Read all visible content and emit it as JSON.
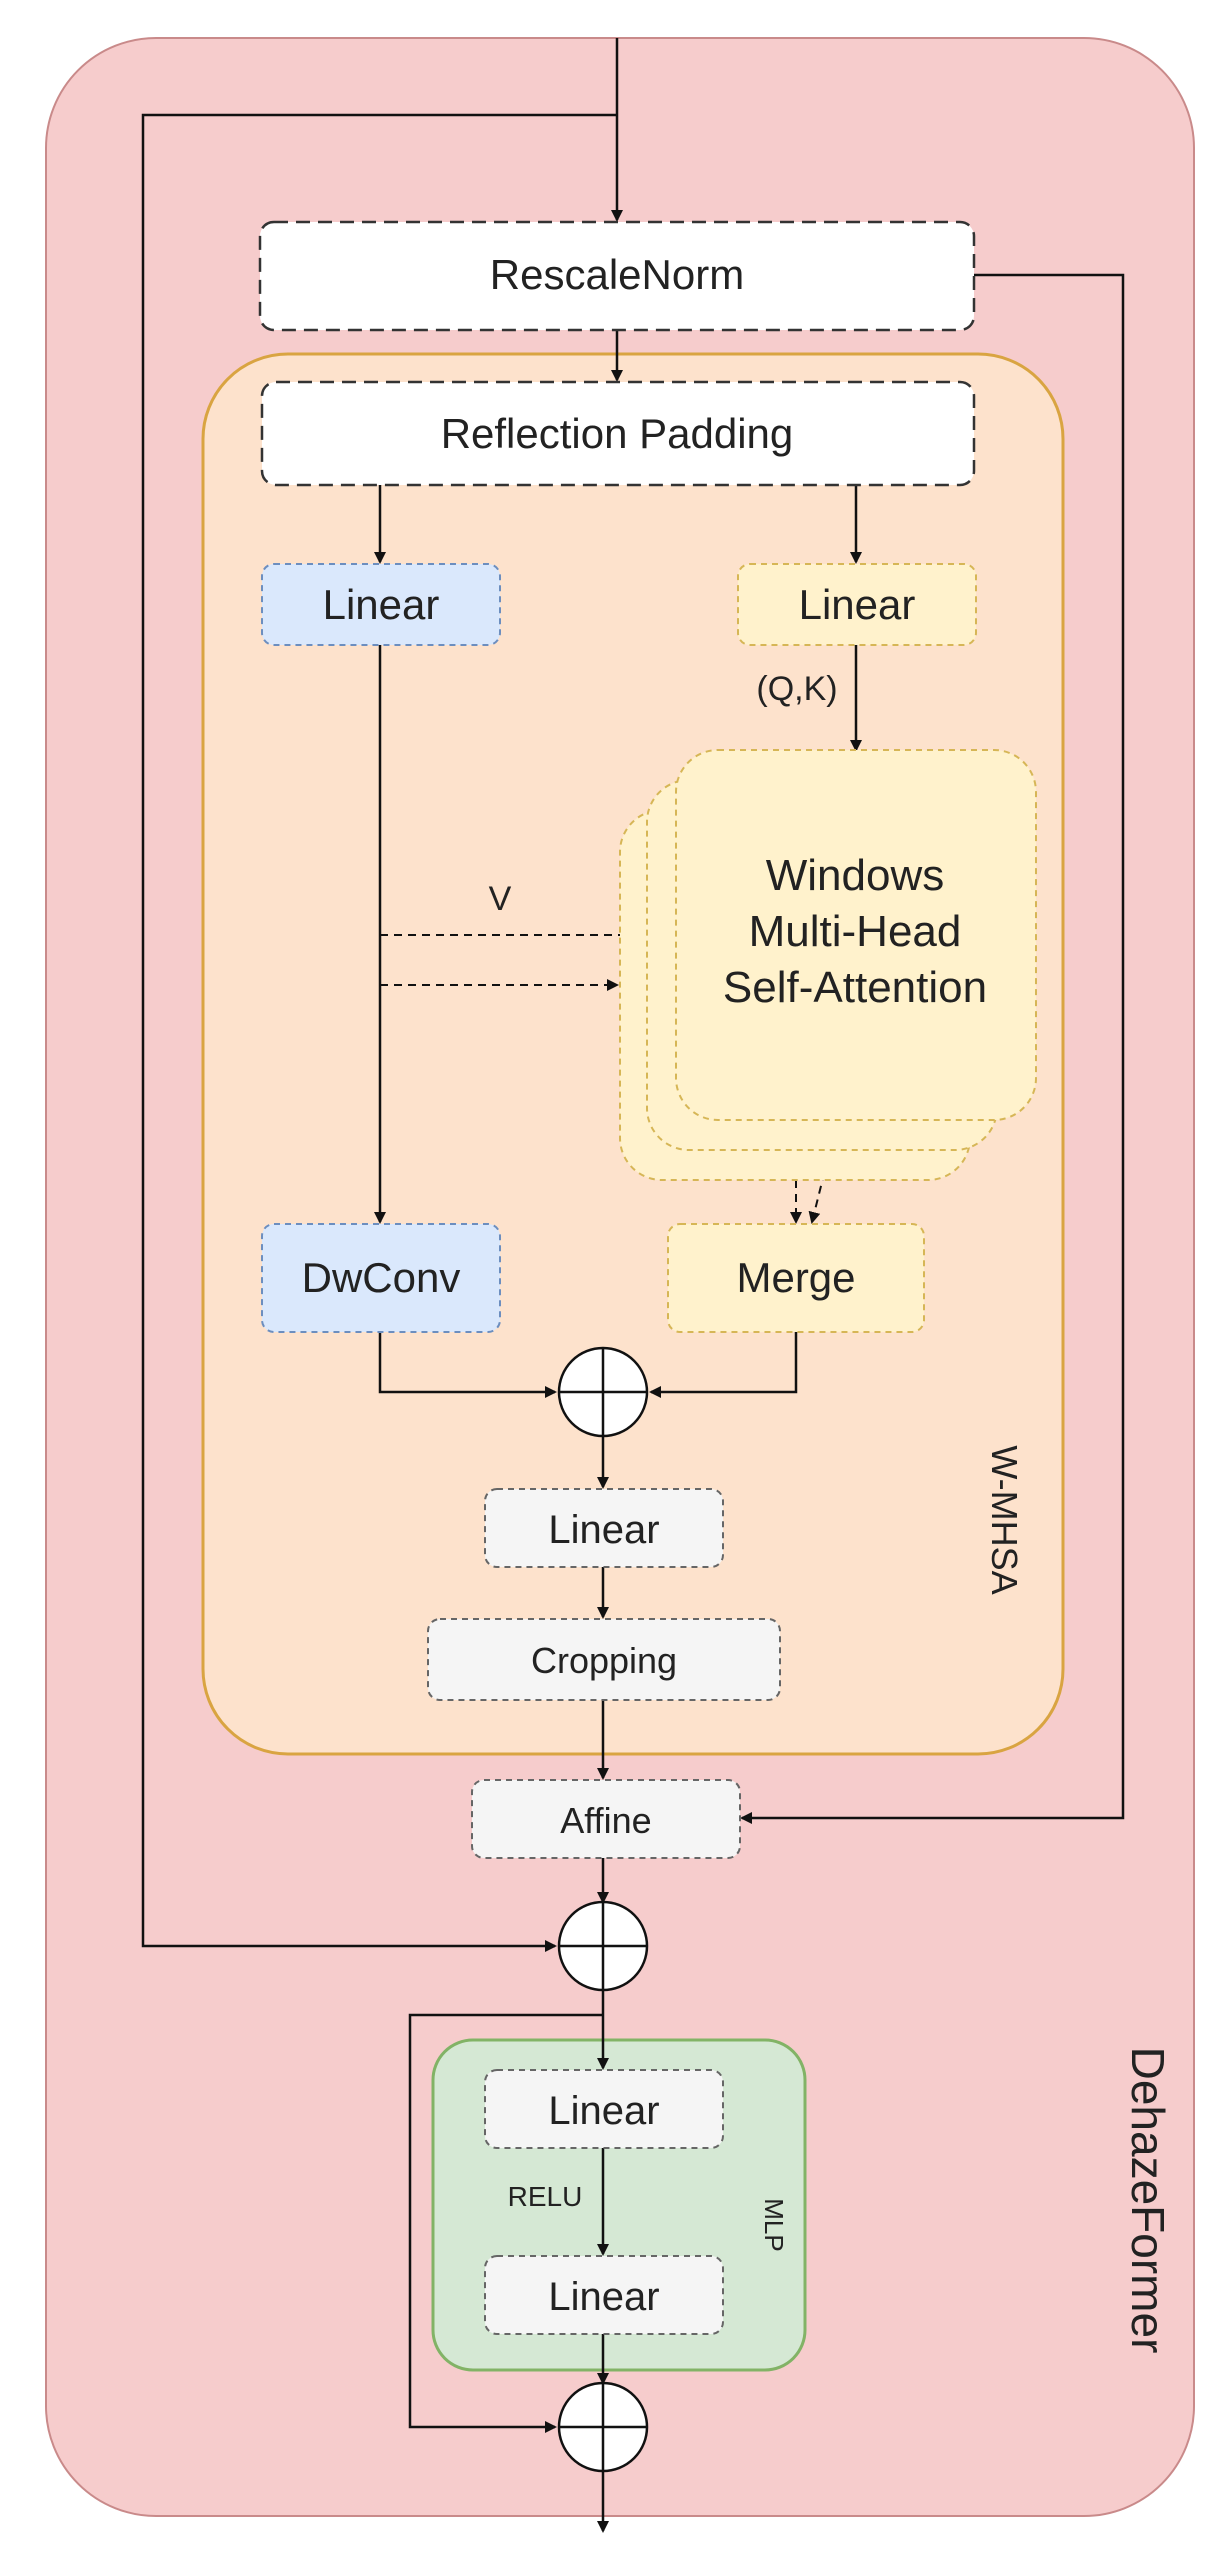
{
  "title_vertical": "DehazeFormer",
  "blocks": {
    "rescale_norm": "RescaleNorm",
    "reflection_padding": "Reflection Padding",
    "linear_v": "Linear",
    "linear_qk": "Linear",
    "wmhsa_box": "Windows\nMulti-Head\nSelf-Attention",
    "dwconv": "DwConv",
    "merge": "Merge",
    "linear_proj": "Linear",
    "cropping": "Cropping",
    "affine": "Affine",
    "mlp_linear_1": "Linear",
    "mlp_linear_2": "Linear"
  },
  "edge_labels": {
    "qk": "(Q,K)",
    "v": "V",
    "relu": "RELU"
  },
  "group_labels": {
    "wmhsa": "W-MHSA",
    "mlp": "MLP"
  },
  "colors": {
    "outer_bg": "#f6cccc",
    "outer_stroke": "#c98a8a",
    "wmhsa_bg": "#fde2cc",
    "wmhsa_stroke": "#d9a441",
    "mlp_bg": "#d5e8d4",
    "mlp_stroke": "#82b366",
    "blue_bg": "#dae8fc",
    "blue_stroke": "#6c8ebf",
    "yellow_bg": "#fff2cc",
    "yellow_stroke": "#d6b656",
    "gray_bg": "#f5f5f5",
    "gray_stroke": "#666666",
    "white_bg": "#ffffff"
  }
}
